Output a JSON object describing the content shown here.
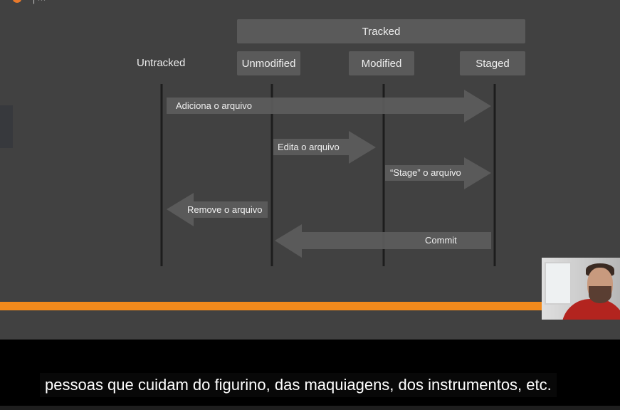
{
  "diagram": {
    "group_label": "Tracked",
    "states": {
      "untracked": "Untracked",
      "unmodified": "Unmodified",
      "modified": "Modified",
      "staged": "Staged"
    },
    "transitions": [
      {
        "label": "Adiciona o arquivo",
        "from": "Untracked",
        "to": "Staged"
      },
      {
        "label": "Edita o arquivo",
        "from": "Unmodified",
        "to": "Modified"
      },
      {
        "label": "“Stage” o arquivo",
        "from": "Modified",
        "to": "Staged"
      },
      {
        "label": "Remove o arquivo",
        "from": "Unmodified",
        "to": "Untracked"
      },
      {
        "label": "Commit",
        "from": "Staged",
        "to": "Unmodified"
      }
    ]
  },
  "subtitle": {
    "text": "pessoas que cuidam do figurino, das maquiagens, dos instrumentos, etc."
  },
  "colors": {
    "slide_background": "#414141",
    "box_fill": "#5a5a5a",
    "arrow_fill": "#5c5c5c",
    "accent_bar": "#f28a1c"
  }
}
